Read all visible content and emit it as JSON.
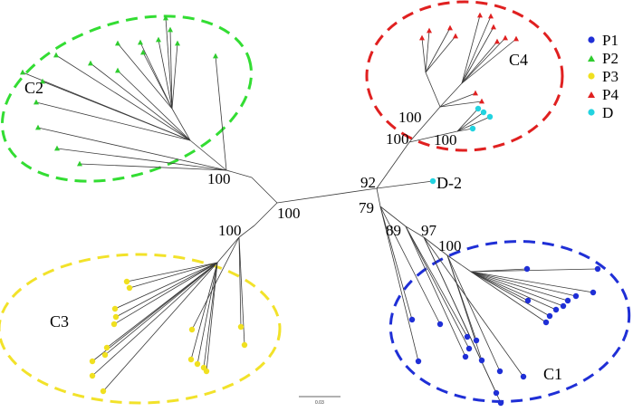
{
  "colors": {
    "P1": "#1f2fd6",
    "P2": "#2ecc2e",
    "P3": "#f0e020",
    "P4": "#e02020",
    "D": "#22d3e0",
    "ring_C1": "#1f2fd6",
    "ring_C2": "#33dd33",
    "ring_C3": "#f2e22a",
    "ring_C4": "#e02020",
    "branch": "#3a3a3a"
  },
  "legend": [
    {
      "key": "P1",
      "label": "P1",
      "marker": "circle"
    },
    {
      "key": "P2",
      "label": "P2",
      "marker": "triangle"
    },
    {
      "key": "P3",
      "label": "P3",
      "marker": "circle"
    },
    {
      "key": "P4",
      "label": "P4",
      "marker": "triangle"
    },
    {
      "key": "D",
      "label": "D",
      "marker": "circle"
    }
  ],
  "clades": {
    "C1": "C1",
    "C2": "C2",
    "C3": "C3",
    "C4": "C4"
  },
  "taxon_label": "D-2",
  "support": {
    "central": "100",
    "c2_root": "100",
    "c3_root": "100",
    "node_92": "92",
    "node_79": "79",
    "node_89": "89",
    "node_97": "97",
    "c1_root": "100",
    "c4_a": "100",
    "c4_b": "100",
    "c4_d": "100"
  },
  "scale_bar": "0.03"
}
